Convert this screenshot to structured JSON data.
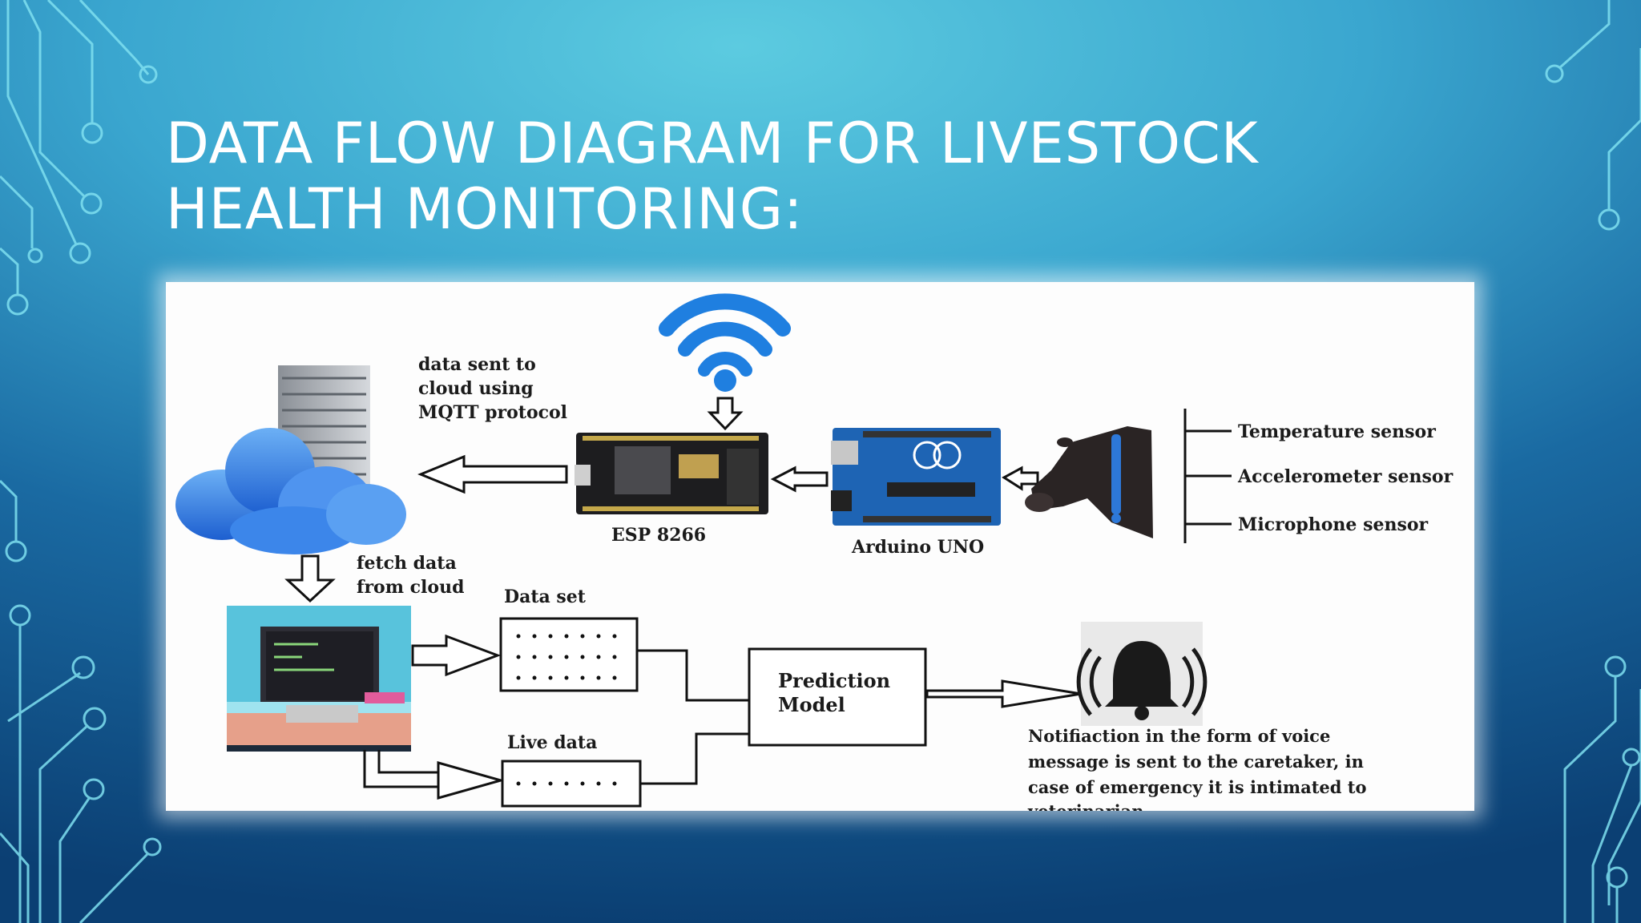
{
  "slide": {
    "title_line1": "DATA FLOW DIAGRAM FOR LIVESTOCK",
    "title_line2": "HEALTH MONITORING:"
  },
  "diagram": {
    "cloud_label": [
      "data sent to",
      "cloud using",
      "MQTT protocol"
    ],
    "esp_label": "ESP 8266",
    "arduino_label": "Arduino UNO",
    "sensors": [
      "Temperature sensor",
      "Accelerometer sensor",
      "Microphone sensor"
    ],
    "fetch_label": [
      "fetch data",
      "from cloud"
    ],
    "dataset_label": "Data set",
    "live_label": "Live data",
    "prediction_label": [
      "Prediction",
      "Model"
    ],
    "notification_label": [
      "Notifiaction in the form of voice",
      "message is sent to the caretaker, in",
      "case of emergency it is intimated to",
      "veterinarian"
    ]
  },
  "colors": {
    "accent_cyan": "#5ccbe0",
    "deep_blue": "#0b3f73",
    "arduino_blue": "#1e64b4",
    "cloud_blue": "#2f7fe0"
  }
}
